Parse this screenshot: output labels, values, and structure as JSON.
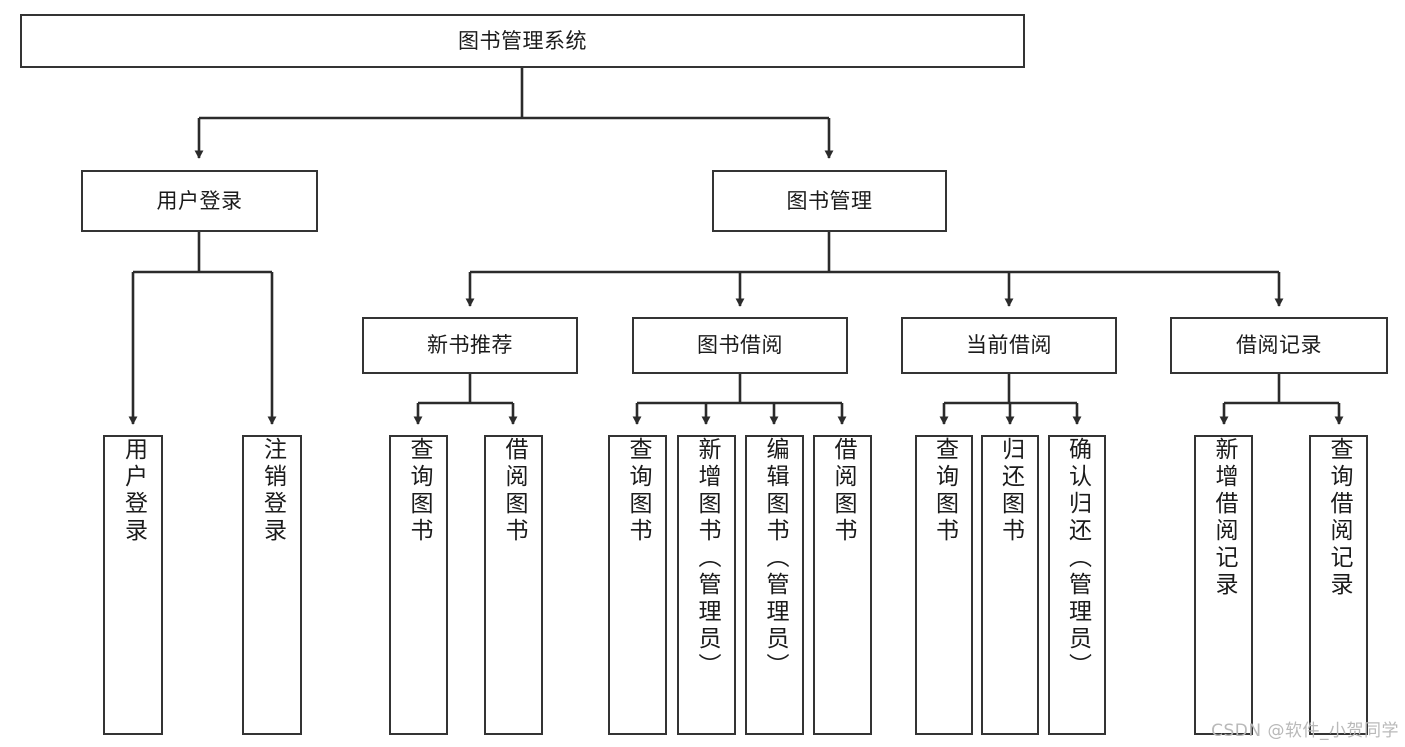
{
  "diagram": {
    "type": "tree-hierarchy",
    "title": "图书管理系统",
    "watermark": "CSDN @软件_小贺同学",
    "colors": {
      "box_border": "#343434",
      "connector": "#2b2b2b",
      "background": "#ffffff",
      "text": "#1b1b1b",
      "watermark": "#b9b9b9"
    },
    "nodes": {
      "root": {
        "label": "图书管理系统"
      },
      "level2": [
        {
          "id": "user-login",
          "label": "用户登录"
        },
        {
          "id": "book-manage",
          "label": "图书管理"
        }
      ],
      "level3": [
        {
          "id": "new-book-recommend",
          "label": "新书推荐"
        },
        {
          "id": "book-borrow",
          "label": "图书借阅"
        },
        {
          "id": "current-borrow",
          "label": "当前借阅"
        },
        {
          "id": "borrow-record",
          "label": "借阅记录"
        }
      ],
      "leaves": [
        {
          "id": "leaf-user-login",
          "label": "用户登录",
          "parent": "user-login"
        },
        {
          "id": "leaf-user-logout",
          "label": "注销登录",
          "parent": "user-login"
        },
        {
          "id": "leaf-query-book-1",
          "label": "查询图书",
          "parent": "new-book-recommend"
        },
        {
          "id": "leaf-borrow-book-1",
          "label": "借阅图书",
          "parent": "new-book-recommend"
        },
        {
          "id": "leaf-query-book-2",
          "label": "查询图书",
          "parent": "book-borrow"
        },
        {
          "id": "leaf-add-book",
          "label": "新增图书（管理员）",
          "parent": "book-borrow"
        },
        {
          "id": "leaf-edit-book",
          "label": "编辑图书（管理员）",
          "parent": "book-borrow"
        },
        {
          "id": "leaf-borrow-book-2",
          "label": "借阅图书",
          "parent": "book-borrow"
        },
        {
          "id": "leaf-query-book-3",
          "label": "查询图书",
          "parent": "current-borrow"
        },
        {
          "id": "leaf-return-book",
          "label": "归还图书",
          "parent": "current-borrow"
        },
        {
          "id": "leaf-confirm-return",
          "label": "确认归还（管理员）",
          "parent": "current-borrow"
        },
        {
          "id": "leaf-add-record",
          "label": "新增借阅记录",
          "parent": "borrow-record"
        },
        {
          "id": "leaf-query-record",
          "label": "查询借阅记录",
          "parent": "borrow-record"
        }
      ]
    }
  }
}
